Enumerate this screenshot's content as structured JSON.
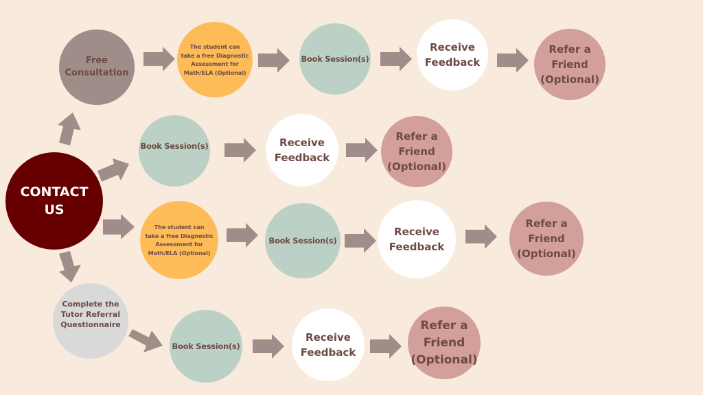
{
  "colors": {
    "background": "#f8eadc",
    "contact": "#660000",
    "consultation": "#a08c89",
    "diagnostic": "#fdbc58",
    "book_session": "#bcd1c5",
    "receive_feedback": "#ffffff",
    "refer_friend": "#d29f9a",
    "questionnaire": "#d9d9d9",
    "arrow": "#a08c89",
    "text": "#6e4a44"
  },
  "start": {
    "label": "CONTACT\nUS"
  },
  "paths": [
    {
      "name": "consultation-path",
      "steps": [
        {
          "type": "consultation",
          "label": "Free\nConsultation"
        },
        {
          "type": "diagnostic",
          "label": "The student can\ntake a free Diagnostic\nAssessment for\nMath/ELA  (Optional)"
        },
        {
          "type": "book",
          "label": "Book Session(s)"
        },
        {
          "type": "receive",
          "label": "Receive\nFeedback"
        },
        {
          "type": "refer",
          "label": "Refer a\nFriend\n(Optional)"
        }
      ]
    },
    {
      "name": "direct-booking-path",
      "steps": [
        {
          "type": "book",
          "label": "Book Session(s)"
        },
        {
          "type": "receive",
          "label": "Receive\nFeedback"
        },
        {
          "type": "refer",
          "label": "Refer a\nFriend\n(Optional)"
        }
      ]
    },
    {
      "name": "diagnostic-path",
      "steps": [
        {
          "type": "diagnostic",
          "label": "The student can\ntake a free Diagnostic\nAssessment for\nMath/ELA  (Optional)"
        },
        {
          "type": "book",
          "label": "Book Session(s)"
        },
        {
          "type": "receive",
          "label": "Receive\nFeedback"
        },
        {
          "type": "refer",
          "label": "Refer a\nFriend\n(Optional)"
        }
      ]
    },
    {
      "name": "referral-path",
      "steps": [
        {
          "type": "questionnaire",
          "label": "Complete the\nTutor Referral\nQuestionnaire"
        },
        {
          "type": "book",
          "label": "Book Session(s)"
        },
        {
          "type": "receive",
          "label": "Receive\nFeedback"
        },
        {
          "type": "refer",
          "label": "Refer a\nFriend\n(Optional)"
        }
      ]
    }
  ]
}
